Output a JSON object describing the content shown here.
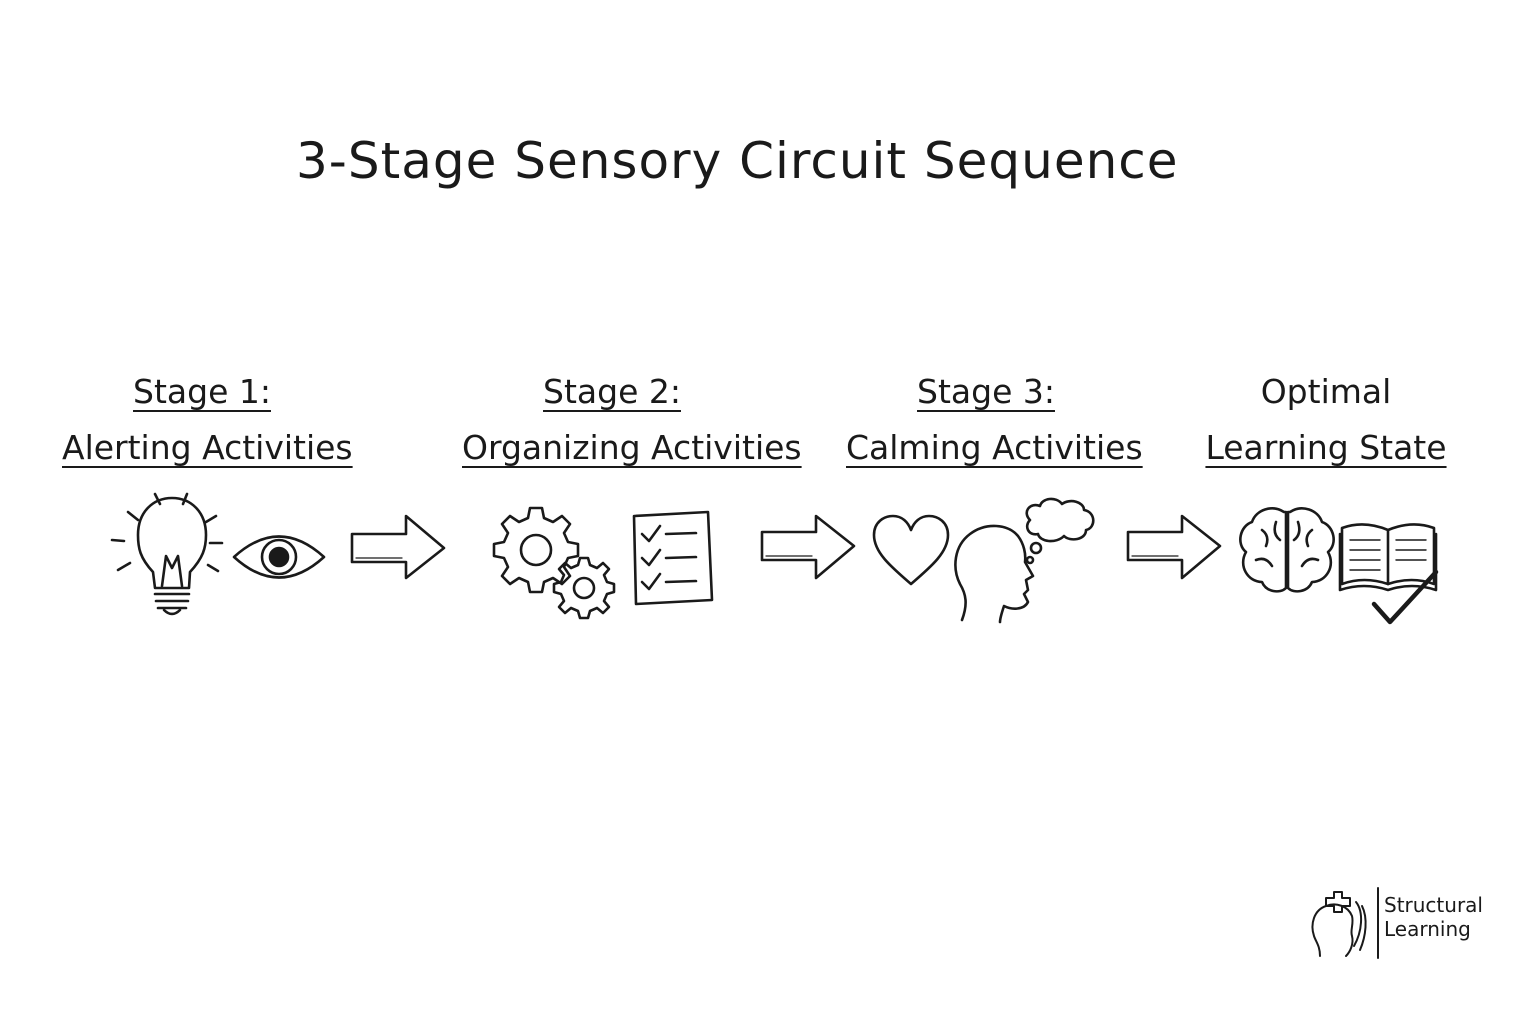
{
  "title": "3-Stage Sensory Circuit Sequence",
  "stages": [
    {
      "line1": "Stage 1:",
      "line2": "Alerting Activities",
      "icons": [
        "lightbulb-icon",
        "eye-icon"
      ]
    },
    {
      "line1": "Stage 2:",
      "line2": "Organizing Activities",
      "icons": [
        "gears-icon",
        "checklist-icon"
      ]
    },
    {
      "line1": "Stage 3:",
      "line2": "Calming Activities",
      "icons": [
        "heart-icon",
        "head-thought-icon"
      ]
    },
    {
      "line1": "Optimal",
      "line2": "Learning State",
      "icons": [
        "brain-icon",
        "open-book-check-icon"
      ]
    }
  ],
  "connectors": [
    "arrow-right-icon",
    "arrow-right-icon",
    "arrow-right-icon"
  ],
  "logo": {
    "line1": "Structural",
    "line2": "Learning"
  }
}
